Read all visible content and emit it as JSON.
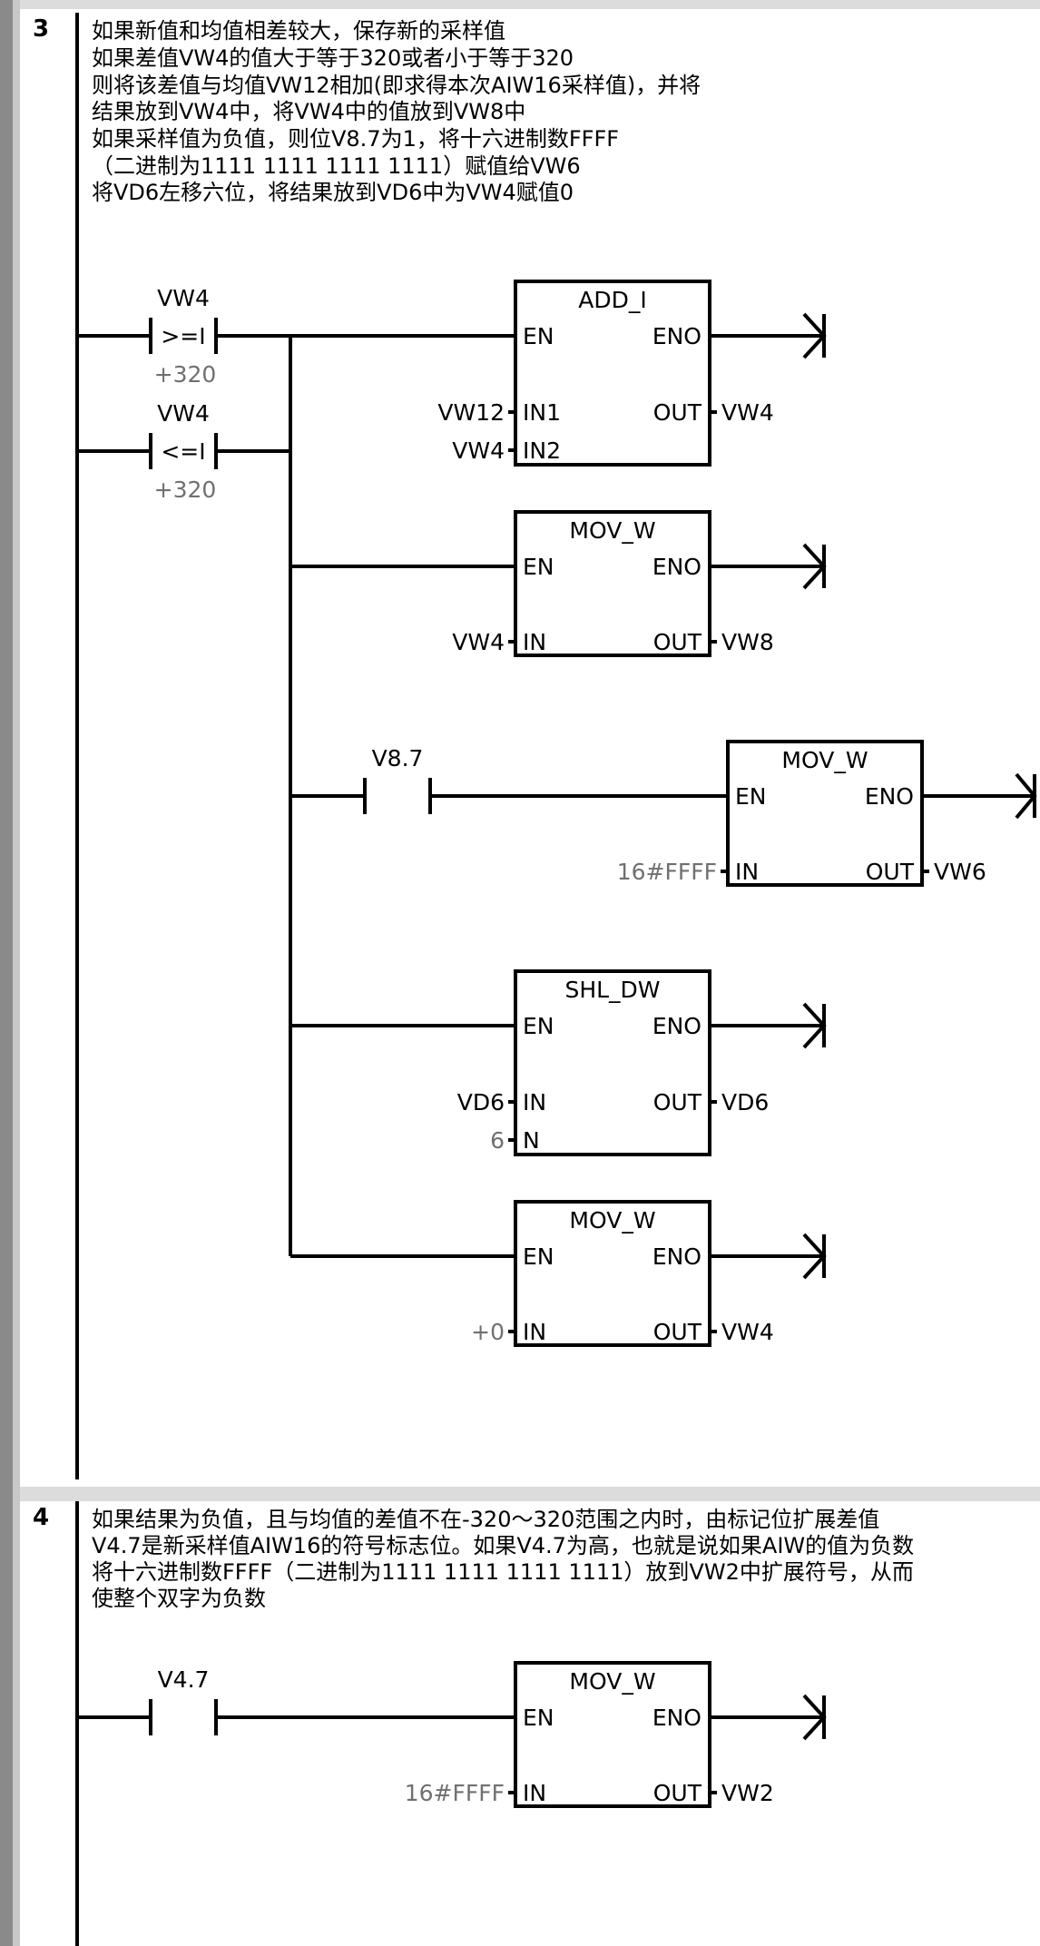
{
  "networks": [
    {
      "number": "3",
      "comment": [
        "如果新值和均值相差较大，保存新的采样值",
        "如果差值VW4的值大于等于320或者小于等于320",
        "则将该差值与均值VW12相加(即求得本次AIW16采样值)，并将",
        "结果放到VW4中，将VW4中的值放到VW8中",
        "如果采样值为负值，则位V8.7为1，将十六进制数FFFF",
        "（二进制为1111  1111  1111  1111）赋值给VW6",
        "将VD6左移六位，将结果放到VD6中为VW4赋值0"
      ],
      "contacts": [
        {
          "symbol": ">=I",
          "operand": "VW4",
          "param": "+320"
        },
        {
          "symbol": "<=I",
          "operand": "VW4",
          "param": "+320"
        },
        {
          "symbol": "",
          "operand": "V8.7",
          "param": ""
        }
      ],
      "blocks": [
        {
          "title": "ADD_I",
          "en": "EN",
          "eno": "ENO",
          "in1_pin": "IN1",
          "in1_val": "VW12",
          "in2_pin": "IN2",
          "in2_val": "VW4",
          "out_pin": "OUT",
          "out_val": "VW4"
        },
        {
          "title": "MOV_W",
          "en": "EN",
          "eno": "ENO",
          "in1_pin": "IN",
          "in1_val": "VW4",
          "out_pin": "OUT",
          "out_val": "VW8"
        },
        {
          "title": "MOV_W",
          "en": "EN",
          "eno": "ENO",
          "in1_pin": "IN",
          "in1_val": "16#FFFF",
          "out_pin": "OUT",
          "out_val": "VW6"
        },
        {
          "title": "SHL_DW",
          "en": "EN",
          "eno": "ENO",
          "in1_pin": "IN",
          "in1_val": "VD6",
          "in2_pin": "N",
          "in2_val": "6",
          "out_pin": "OUT",
          "out_val": "VD6"
        },
        {
          "title": "MOV_W",
          "en": "EN",
          "eno": "ENO",
          "in1_pin": "IN",
          "in1_val": "+0",
          "out_pin": "OUT",
          "out_val": "VW4"
        }
      ]
    },
    {
      "number": "4",
      "comment": [
        "如果结果为负值，且与均值的差值不在-320～320范围之内时，由标记位扩展差值",
        "V4.7是新采样值AIW16的符号标志位。如果V4.7为高，也就是说如果AIW的值为负数",
        "将十六进制数FFFF（二进制为1111  1111  1111  1111）放到VW2中扩展符号，从而",
        "使整个双字为负数"
      ],
      "contacts": [
        {
          "symbol": "",
          "operand": "V4.7",
          "param": ""
        }
      ],
      "blocks": [
        {
          "title": "MOV_W",
          "en": "EN",
          "eno": "ENO",
          "in1_pin": "IN",
          "in1_val": "16#FFFF",
          "out_pin": "OUT",
          "out_val": "VW2"
        }
      ]
    }
  ]
}
